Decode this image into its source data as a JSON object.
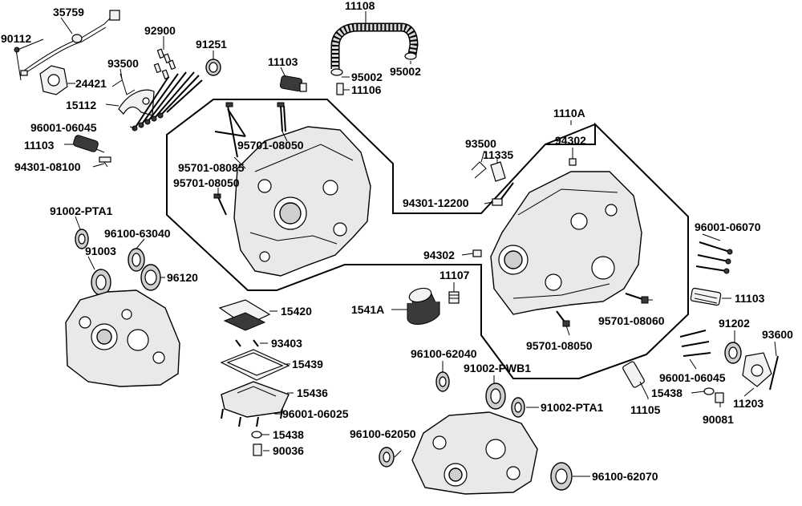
{
  "diagram": {
    "title": "",
    "labels": {
      "l35759": "35759",
      "l90112": "90112",
      "l24421": "24421",
      "l93500a": "93500",
      "l15112": "15112",
      "l92900": "92900",
      "l91251": "91251",
      "l96001_06045a": "96001-06045",
      "l11103a": "11103",
      "l94301_08100": "94301-08100",
      "l11103b": "11103",
      "l11108": "11108",
      "l95002a": "95002",
      "l95002b": "95002",
      "l11106": "11106",
      "l95701_08050a": "95701-08050",
      "l95701_08085": "95701-08085",
      "l95701_08050b": "95701-08050",
      "l1110A": "1110A",
      "l94302a": "94302",
      "l93500b": "93500",
      "l11335": "11335",
      "l94301_12200": "94301-12200",
      "l91002_PTA1a": "91002-PTA1",
      "l96100_63040": "96100-63040",
      "l91003": "91003",
      "l96120": "96120",
      "l96001_06070": "96001-06070",
      "l94302b": "94302",
      "l11107": "11107",
      "l1541A": "1541A",
      "l15420": "15420",
      "l93403": "93403",
      "l15439": "15439",
      "l15436": "15436",
      "l96001_06025": "96001-06025",
      "l15438a": "15438",
      "l90036": "90036",
      "l11103c": "11103",
      "l95701_08060": "95701-08060",
      "l95701_08050c": "95701-08050",
      "l91202": "91202",
      "l93600": "93600",
      "l96001_06045b": "96001-06045",
      "l15438b": "15438",
      "l11203": "11203",
      "l90081": "90081",
      "l11105": "11105",
      "l96100_62040": "96100-62040",
      "l91002_PWB1": "91002-PWB1",
      "l91002_PTA1b": "91002-PTA1",
      "l96100_62050": "96100-62050",
      "l96100_62070": "96100-62070"
    }
  }
}
